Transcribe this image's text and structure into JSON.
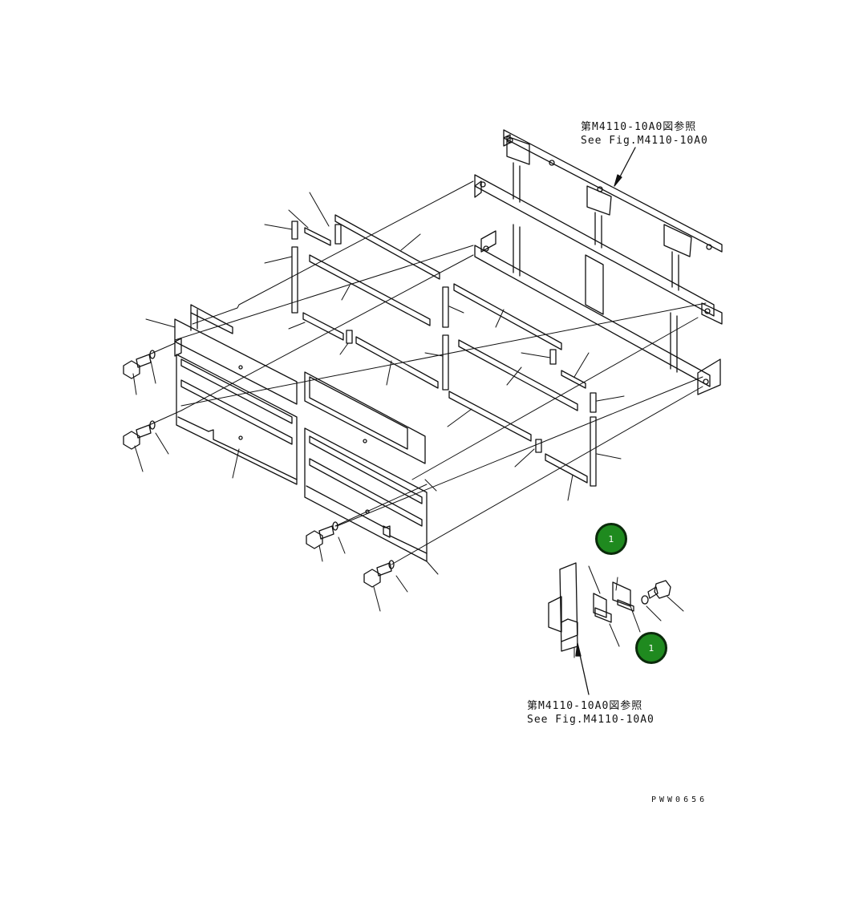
{
  "references": {
    "top": {
      "line_jp": "第M4110-10A0図参照",
      "line_en": "See Fig.M4110-10A0"
    },
    "bottom": {
      "line_jp": "第M4110-10A0図参照",
      "line_en": "See Fig.M4110-10A0"
    }
  },
  "callouts": [
    {
      "number": "1"
    },
    {
      "number": "1"
    }
  ],
  "drawing_code": "PWW0656",
  "colors": {
    "line": "#111111",
    "callout_fill": "#1f8a1f",
    "callout_border": "#0b2a0b",
    "callout_text": "#ffffff"
  }
}
